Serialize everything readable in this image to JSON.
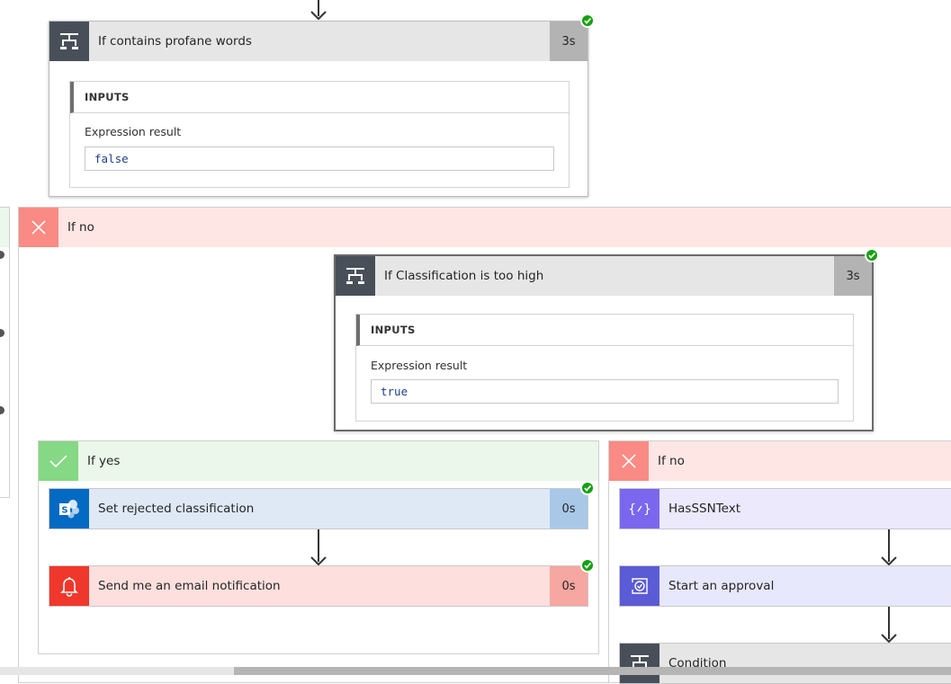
{
  "flow": {
    "profane_check": {
      "title": "If contains profane words",
      "duration": "3s",
      "inputs_header": "INPUTS",
      "expression_label": "Expression result",
      "expression_value": "false"
    },
    "outer_if_no": {
      "label": "If no"
    },
    "classification_check": {
      "title": "If Classification is too high",
      "duration": "3s",
      "inputs_header": "INPUTS",
      "expression_label": "Expression result",
      "expression_value": "true"
    },
    "if_yes_branch": {
      "label": "If yes",
      "actions": [
        {
          "title": "Set rejected classification",
          "duration": "0s"
        },
        {
          "title": "Send me an email notification",
          "duration": "0s"
        }
      ]
    },
    "if_no_branch": {
      "label": "If no",
      "actions": [
        {
          "title": "HasSSNText"
        },
        {
          "title": "Start an approval"
        },
        {
          "title": "Condition"
        }
      ]
    }
  },
  "colors": {
    "success": "#13a10e",
    "condition_icon": "#484f58",
    "sharepoint": "#036ac4",
    "notification": "#f0372b",
    "variable": "#7b67ee",
    "approval": "#5a5bd5",
    "yes_header": "#eaf7ea",
    "no_header": "#fde6e4"
  }
}
